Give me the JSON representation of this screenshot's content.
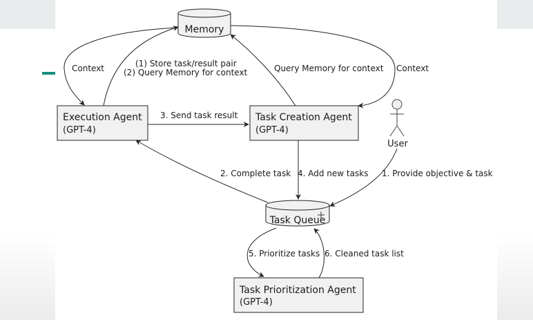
{
  "diagram": {
    "nodes": {
      "memory": {
        "label": "Memory"
      },
      "execution_agent": {
        "title": "Execution Agent",
        "subtitle": "(GPT-4)"
      },
      "task_creation_agent": {
        "title": "Task Creation Agent",
        "subtitle": "(GPT-4)"
      },
      "user": {
        "label": "User"
      },
      "task_queue": {
        "label": "Task Queue"
      },
      "task_prioritization_agent": {
        "title": "Task Prioritization Agent",
        "subtitle": "(GPT-4)"
      }
    },
    "edges": {
      "memory_to_execution": "Context",
      "execution_to_memory_1": "(1) Store task/result pair",
      "execution_to_memory_2": "(2) Query Memory for context",
      "creation_to_memory": "Query Memory for context",
      "memory_to_creation": "Context",
      "send_result": "3. Send task result",
      "complete_task": "2. Complete task",
      "add_new_tasks": "4. Add new tasks",
      "provide_objective": "1. Provide objective & task",
      "prioritize": "5. Prioritize tasks",
      "cleaned_list": "6. Cleaned task list"
    }
  },
  "colors": {
    "node_fill": "#f1f1f1",
    "node_stroke": "#222222",
    "accent": "#16917e",
    "side_panel": "#e8eced"
  }
}
